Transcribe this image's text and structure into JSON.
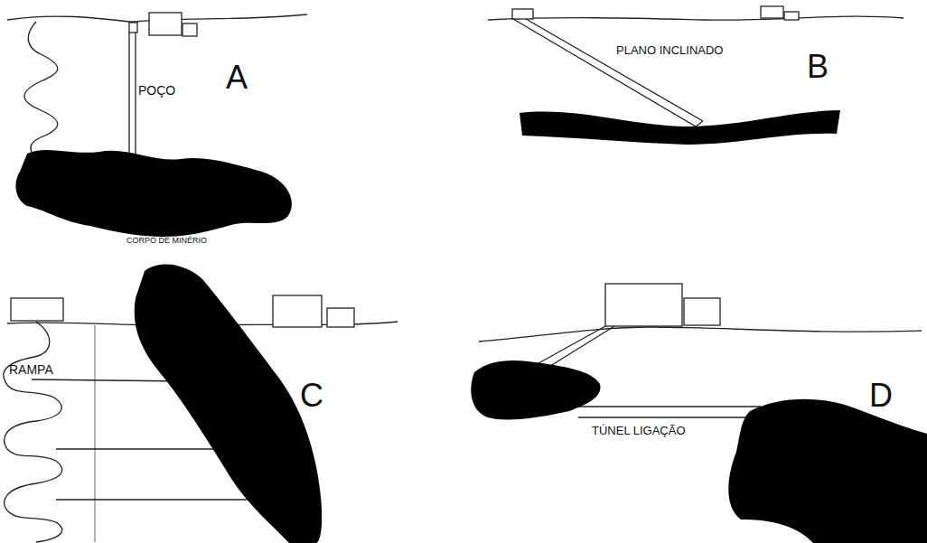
{
  "diagram": {
    "labels": [
      "POÇO",
      "A",
      "CORPO DE MINÉRIO",
      "PLANO INCLINADO",
      "B",
      "RAMPA",
      "C",
      "TÚNEL LIGAÇÃO",
      "D"
    ]
  }
}
